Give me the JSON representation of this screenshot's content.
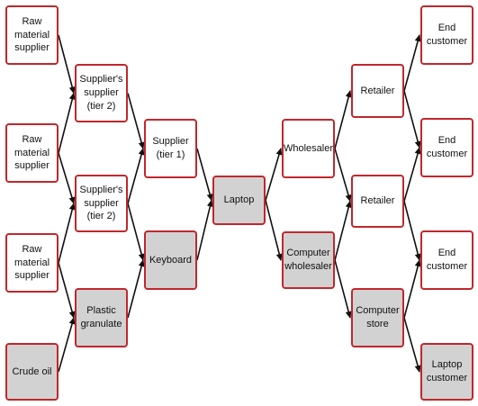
{
  "colors": {
    "border": "#c1272d",
    "highlight_fill": "#d2d2d2",
    "plain_fill": "#ffffff",
    "arrow": "#111111"
  },
  "nodes": [
    {
      "id": "raw-1",
      "label": "Raw\nmaterial\nsupplier",
      "highlight": false
    },
    {
      "id": "raw-2",
      "label": "Raw\nmaterial\nsupplier",
      "highlight": false
    },
    {
      "id": "raw-3",
      "label": "Raw\nmaterial\nsupplier",
      "highlight": false
    },
    {
      "id": "crude-oil",
      "label": "Crude oil",
      "highlight": true
    },
    {
      "id": "tier2-a",
      "label": "Supplier's\nsupplier\n(tier 2)",
      "highlight": false
    },
    {
      "id": "tier2-b",
      "label": "Supplier's\nsupplier\n(tier 2)",
      "highlight": false
    },
    {
      "id": "plastic",
      "label": "Plastic\ngranulate",
      "highlight": true
    },
    {
      "id": "tier1",
      "label": "Supplier\n(tier 1)",
      "highlight": false
    },
    {
      "id": "keyboard",
      "label": "Keyboard",
      "highlight": true
    },
    {
      "id": "laptop",
      "label": "Laptop",
      "highlight": true
    },
    {
      "id": "wholesaler",
      "label": "Wholesaler",
      "highlight": false
    },
    {
      "id": "comp-wholesaler",
      "label": "Computer\nwholesaler",
      "highlight": true
    },
    {
      "id": "retailer-1",
      "label": "Retailer",
      "highlight": false
    },
    {
      "id": "retailer-2",
      "label": "Retailer",
      "highlight": false
    },
    {
      "id": "comp-store",
      "label": "Computer\nstore",
      "highlight": true
    },
    {
      "id": "end-1",
      "label": "End\ncustomer",
      "highlight": false
    },
    {
      "id": "end-2",
      "label": "End\ncustomer",
      "highlight": false
    },
    {
      "id": "end-3",
      "label": "End\ncustomer",
      "highlight": false
    },
    {
      "id": "laptop-customer",
      "label": "Laptop\ncustomer",
      "highlight": true
    }
  ],
  "edges": [
    [
      "raw-1",
      "tier2-a"
    ],
    [
      "raw-2",
      "tier2-a"
    ],
    [
      "raw-2",
      "tier2-b"
    ],
    [
      "raw-3",
      "tier2-b"
    ],
    [
      "raw-3",
      "plastic"
    ],
    [
      "crude-oil",
      "plastic"
    ],
    [
      "tier2-a",
      "tier1"
    ],
    [
      "tier2-b",
      "tier1"
    ],
    [
      "tier2-b",
      "keyboard"
    ],
    [
      "plastic",
      "keyboard"
    ],
    [
      "tier1",
      "laptop"
    ],
    [
      "keyboard",
      "laptop"
    ],
    [
      "laptop",
      "wholesaler"
    ],
    [
      "laptop",
      "comp-wholesaler"
    ],
    [
      "wholesaler",
      "retailer-1"
    ],
    [
      "wholesaler",
      "retailer-2"
    ],
    [
      "comp-wholesaler",
      "retailer-2"
    ],
    [
      "comp-wholesaler",
      "comp-store"
    ],
    [
      "retailer-1",
      "end-1"
    ],
    [
      "retailer-1",
      "end-2"
    ],
    [
      "retailer-2",
      "end-2"
    ],
    [
      "retailer-2",
      "end-3"
    ],
    [
      "comp-store",
      "end-3"
    ],
    [
      "comp-store",
      "laptop-customer"
    ]
  ]
}
